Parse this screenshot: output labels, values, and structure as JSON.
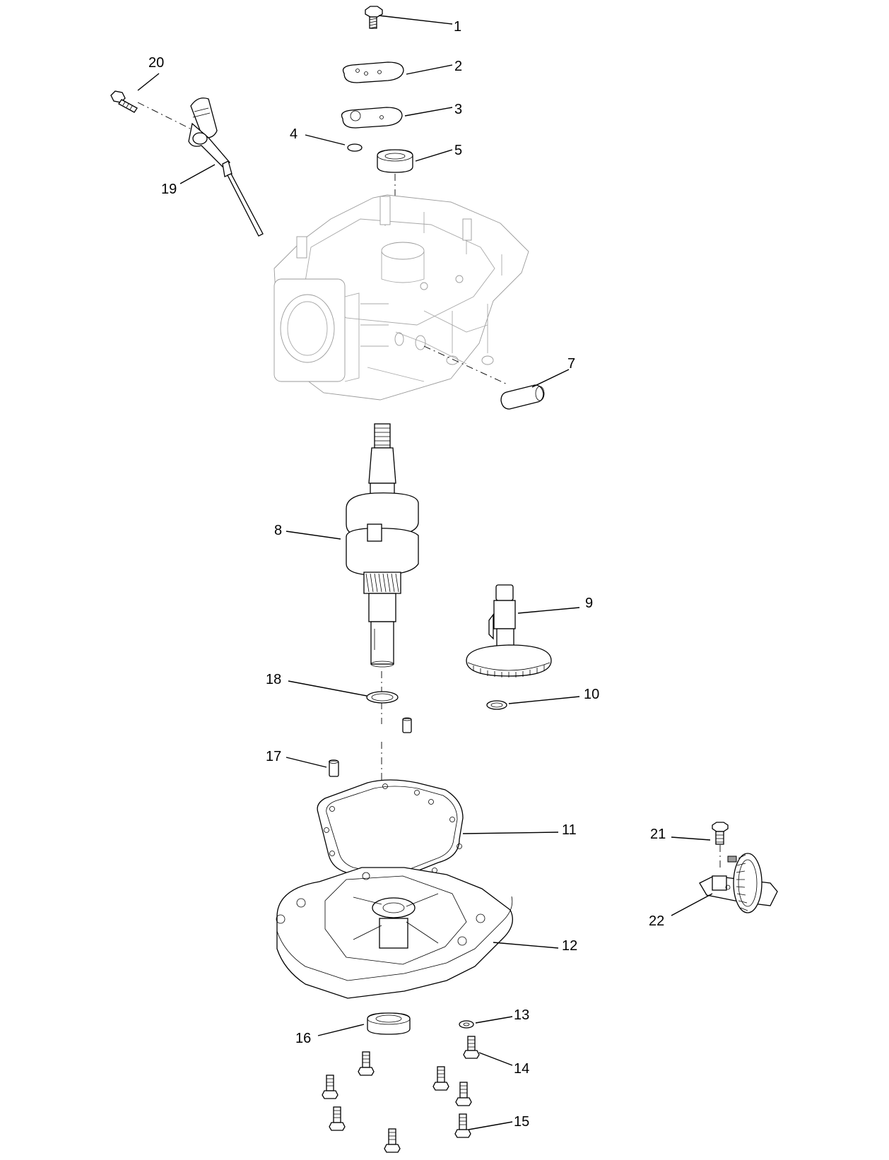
{
  "diagram": {
    "callouts": [
      "1",
      "2",
      "3",
      "4",
      "5",
      "7",
      "8",
      "9",
      "10",
      "11",
      "12",
      "13",
      "14",
      "15",
      "16",
      "17",
      "18",
      "19",
      "20",
      "21",
      "22"
    ]
  }
}
